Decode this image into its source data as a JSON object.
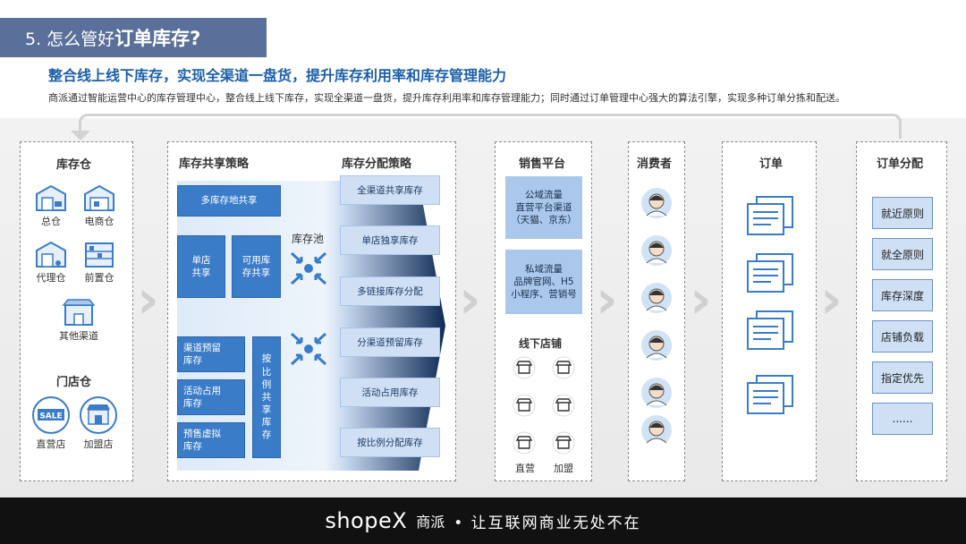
{
  "header": {
    "title_prefix": "5. 怎么管好",
    "title_strong": "订单库存?",
    "subtitle": "整合线上线下库存，实现全渠道一盘货，提升库存利用率和库存管理能力",
    "description": "商派通过智能运营中心的库存管理中心，整合线上线下库存，实现全渠道一盘货，提升库存利用率和库存管理能力；同时通过订单管理中心强大的算法引擎，实现多种订单分拣和配送。"
  },
  "warehouse": {
    "title": "库存仓",
    "items": [
      "总仓",
      "电商仓",
      "代理仓",
      "前置仓",
      "其他渠道"
    ],
    "store_title": "门店仓",
    "store_items": [
      "直营店",
      "加盟店"
    ]
  },
  "sharing": {
    "title": "库存共享策略",
    "multi_share": "多库存地共享",
    "store_share": "单店共享",
    "available_share": "可用库存共享",
    "channel_reserve": "渠道预留库存",
    "activity_use": "活动占用库存",
    "presale_virtual": "预售虚拟库存",
    "ratio_share": "按比例共享库存",
    "pool_label": "库存池"
  },
  "distribution": {
    "title": "库存分配策略",
    "items": [
      "全渠道共享库存",
      "单店独享库存",
      "多链接库存分配",
      "分渠道预留库存",
      "活动占用库存",
      "按比例分配库存"
    ]
  },
  "sales": {
    "title": "销售平台",
    "public": "公域流量\n直营平台渠道\n（天猫、京东）",
    "private": "私域流量\n品牌官网、H5\n小程序、营销号",
    "offline_title": "线下店铺",
    "offline_labels": [
      "直营",
      "加盟"
    ]
  },
  "consumers": {
    "title": "消费者"
  },
  "orders": {
    "title": "订单"
  },
  "allocation": {
    "title": "订单分配",
    "rules": [
      "就近原则",
      "就全原则",
      "库存深度",
      "店铺负载",
      "指定优先",
      "......"
    ]
  },
  "footer": {
    "brand": "shopeX",
    "brand_cn": "商派",
    "slogan": "• 让互联网商业无处不在"
  },
  "colors": {
    "accent": "#3a7cc8",
    "title_tab": "#5a6f99",
    "subtitle": "#1d5fa8"
  }
}
